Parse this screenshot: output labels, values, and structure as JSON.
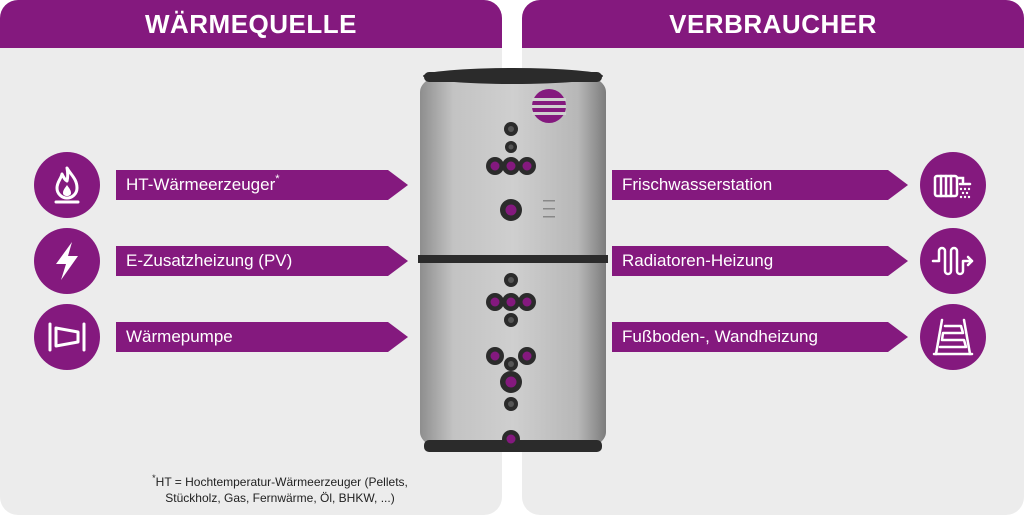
{
  "left": {
    "title": "WÄRMEQUELLE",
    "items": [
      {
        "label": "HT-Wärmeerzeuger",
        "sup": "*",
        "icon": "flame-icon"
      },
      {
        "label": "E-Zusatzheizung (PV)",
        "sup": "",
        "icon": "lightning-icon"
      },
      {
        "label": "Wärmepumpe",
        "sup": "",
        "icon": "heat-pump-icon"
      }
    ],
    "footnote": {
      "mark": "*",
      "line1": "HT = Hochtemperatur-Wärmeerzeuger (Pellets,",
      "line2": "Stückholz, Gas, Fernwärme, Öl, BHKW, ...)"
    }
  },
  "right": {
    "title": "VERBRAUCHER",
    "items": [
      {
        "label": "Frischwasserstation",
        "icon": "shower-station-icon"
      },
      {
        "label": "Radiatoren-Heizung",
        "icon": "radiator-icon"
      },
      {
        "label": "Fußboden-, Wandheizung",
        "icon": "floor-heating-icon"
      }
    ]
  },
  "colors": {
    "brand": "#84197e",
    "panel": "#ececec",
    "tank": "#b8b8b8",
    "tank_dark": "#2b2b2b"
  }
}
